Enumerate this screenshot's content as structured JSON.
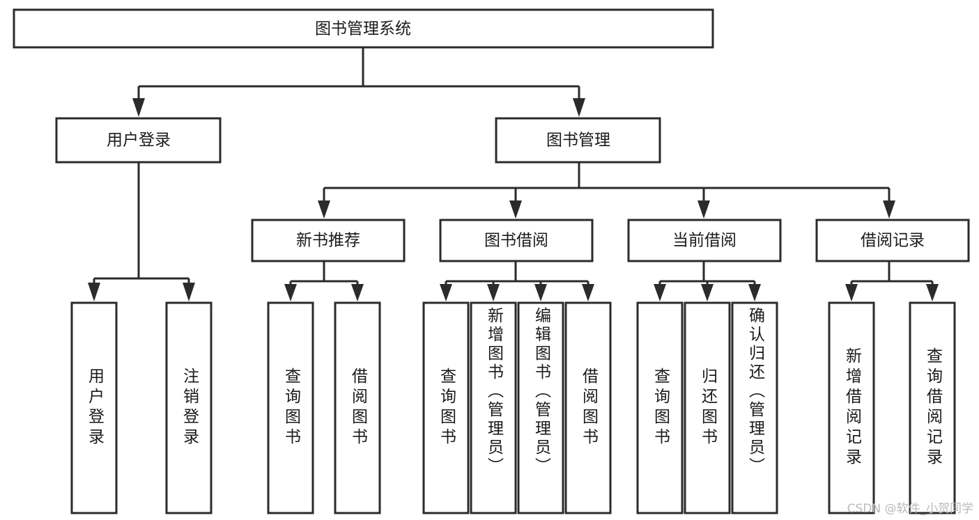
{
  "diagram": {
    "type": "tree-hierarchy",
    "title": "图书管理系统",
    "watermark": "CSDN @软件_小贺同学",
    "colors": {
      "background": "#ffffff",
      "box_fill": "#ffffff",
      "box_stroke": "#2b2b2b",
      "text": "#1a1a1a",
      "watermark": "#b9b9b9"
    },
    "levels": {
      "root": {
        "label": "图书管理系统"
      },
      "level2": [
        {
          "label": "用户登录"
        },
        {
          "label": "图书管理"
        }
      ],
      "level3": [
        {
          "label": "新书推荐"
        },
        {
          "label": "图书借阅"
        },
        {
          "label": "当前借阅"
        },
        {
          "label": "借阅记录"
        }
      ],
      "leaves": {
        "user_login": [
          {
            "label": "用户登录"
          },
          {
            "label": "注销登录"
          }
        ],
        "new_book_recommend": [
          {
            "label": "查询图书"
          },
          {
            "label": "借阅图书"
          }
        ],
        "book_borrow": [
          {
            "label": "查询图书"
          },
          {
            "label": "新增图书（管理员）"
          },
          {
            "label": "编辑图书（管理员）"
          },
          {
            "label": "借阅图书"
          }
        ],
        "current_borrow": [
          {
            "label": "查询图书"
          },
          {
            "label": "归还图书"
          },
          {
            "label": "确认归还（管理员）"
          }
        ],
        "borrow_record": [
          {
            "label": "新增借阅记录"
          },
          {
            "label": "查询借阅记录"
          }
        ]
      }
    }
  }
}
